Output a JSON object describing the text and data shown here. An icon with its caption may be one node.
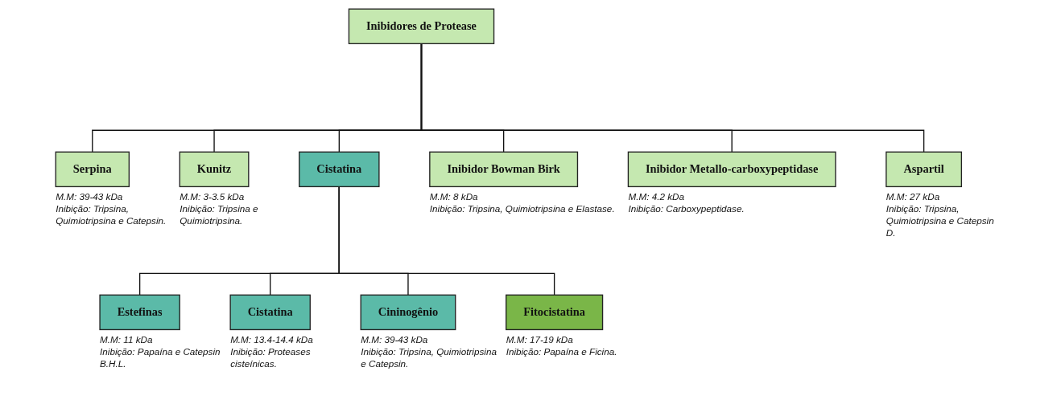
{
  "diagram": {
    "nodes": [
      {
        "text": [
          "Inibidores de Protease"
        ]
      },
      {
        "text": [
          "Serpina"
        ],
        "beside": [
          "M.M: 39-43 kDa",
          "Inibição: Tripsina, Quimiotripsina e Catepsin."
        ]
      },
      {
        "text": [
          "Kunitz"
        ],
        "beside": [
          "M.M: 3-3.5 kDa",
          "Inibição: Tripsina e Quimiotripsina."
        ]
      },
      {
        "text": [
          "Cistatina"
        ]
      },
      {
        "text": [
          "Inibidor Bowman Birk"
        ],
        "beside": [
          "M.M: 8 kDa",
          "Inibição: Tripsina, Quimiotripsina e Elastase."
        ]
      },
      {
        "text": [
          "Inibidor Metallo-carboxypeptidase"
        ],
        "beside": [
          "M.M: 4.2 kDa",
          "Inibição: Carboxypeptidase."
        ]
      },
      {
        "text": [
          "Aspartil"
        ],
        "beside": [
          "M.M: 27 kDa",
          "Inibição: Tripsina, Quimiotripsina e Catepsin D."
        ]
      },
      {
        "text": [
          "Estefinas"
        ],
        "beside": [
          "M.M: 11 kDa",
          "Inibição: Papaína e Catepsin B.H.L."
        ]
      },
      {
        "text": [
          "Cistatina"
        ],
        "beside": [
          "M.M: 13.4-14.4 kDa",
          "Inibição: Proteases cisteínicas."
        ]
      },
      {
        "text": [
          "Cininogênio"
        ],
        "beside": [
          "M.M: 39-43 kDa",
          "Inibição: Tripsina, Quimiotripsina e Catepsin."
        ]
      },
      {
        "text": [
          "Fitocistatina"
        ],
        "beside": [
          "M.M: 17-19 kDa",
          "Inibição: Papaína e Ficina."
        ]
      }
    ],
    "edges": [
      {
        "from": 0,
        "to": 1,
        "arrow": "none"
      },
      {
        "from": 0,
        "to": 2,
        "arrow": "none"
      },
      {
        "from": 0,
        "to": 3,
        "arrow": "none"
      },
      {
        "from": 0,
        "to": 4,
        "arrow": "none"
      },
      {
        "from": 0,
        "to": 5,
        "arrow": "none"
      },
      {
        "from": 0,
        "to": 6,
        "arrow": "none"
      },
      {
        "from": 3,
        "to": 7,
        "arrow": "none"
      },
      {
        "from": 3,
        "to": 8,
        "arrow": "none"
      },
      {
        "from": 3,
        "to": 9,
        "arrow": "none"
      },
      {
        "from": 3,
        "to": 10,
        "arrow": "none"
      }
    ]
  }
}
